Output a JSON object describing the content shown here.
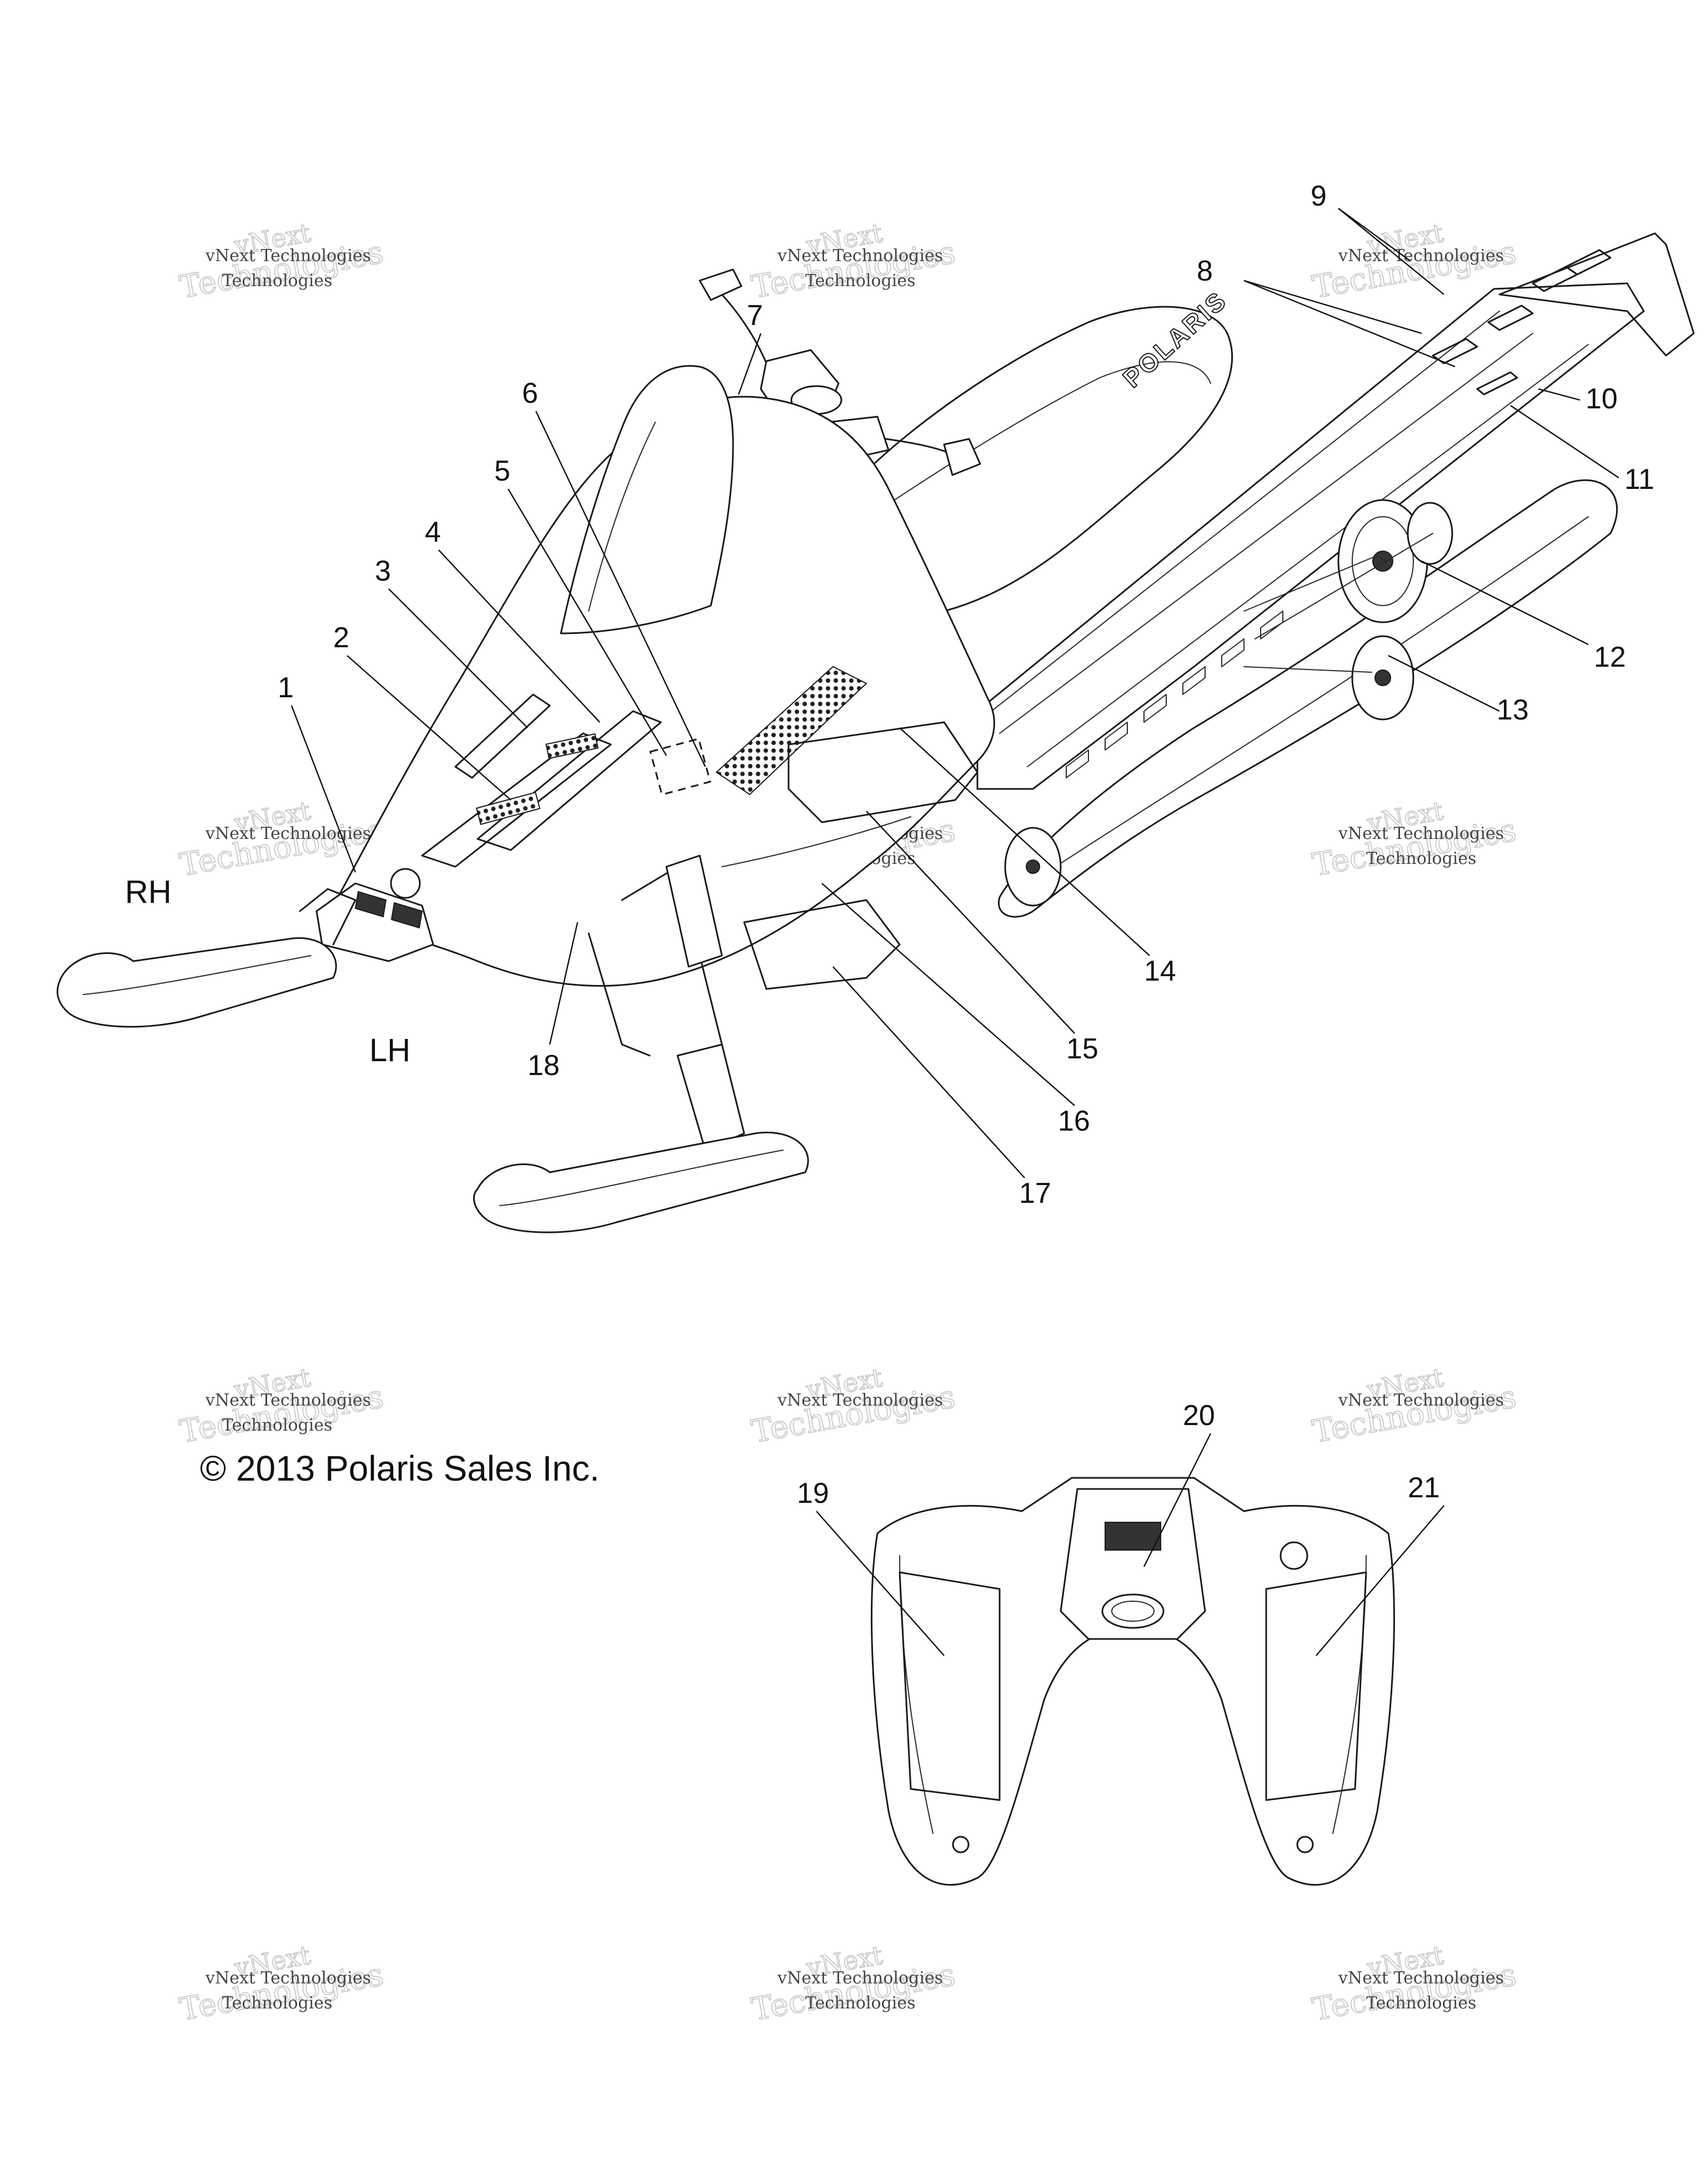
{
  "watermark": {
    "line1": "vNext Technologies",
    "line2": "Technologies",
    "line3": "vNext"
  },
  "side_labels": {
    "right": "RH",
    "left": "LH"
  },
  "copyright": "© 2013 Polaris Sales Inc.",
  "seat_logo": "POLARIS",
  "callouts": [
    "1",
    "2",
    "3",
    "4",
    "5",
    "6",
    "7",
    "8",
    "9",
    "10",
    "11",
    "12",
    "13",
    "14",
    "15",
    "16",
    "17",
    "18",
    "19",
    "20",
    "21"
  ]
}
